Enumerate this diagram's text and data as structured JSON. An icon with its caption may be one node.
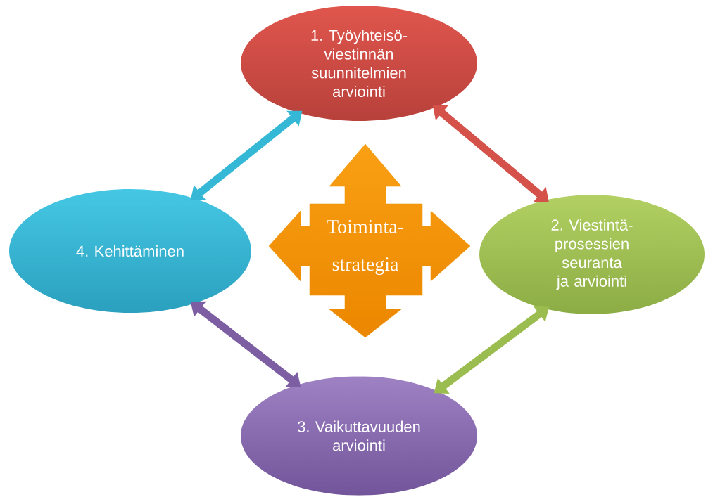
{
  "diagram": {
    "nodes": [
      {
        "text": [
          "1. Työyhteisö- viestinnän suunnitelmien arviointi"
        ]
      },
      {
        "text": [
          "2. Viestintä- prosessien seuranta ja arviointi"
        ]
      },
      {
        "text": [
          "3. Vaikuttavuuden arviointi"
        ]
      },
      {
        "text": [
          "4. Kehittäminen"
        ]
      },
      {
        "text": [
          "Toiminta- strategia"
        ]
      }
    ],
    "edges": [
      {
        "from": 0,
        "to": 1,
        "arrow": "both",
        "color": "#d4524a"
      },
      {
        "from": 1,
        "to": 2,
        "arrow": "both",
        "color": "#9bbd50"
      },
      {
        "from": 2,
        "to": 3,
        "arrow": "both",
        "color": "#7d5ea3"
      },
      {
        "from": 3,
        "to": 0,
        "arrow": "both",
        "color": "#35b8d6"
      }
    ]
  }
}
